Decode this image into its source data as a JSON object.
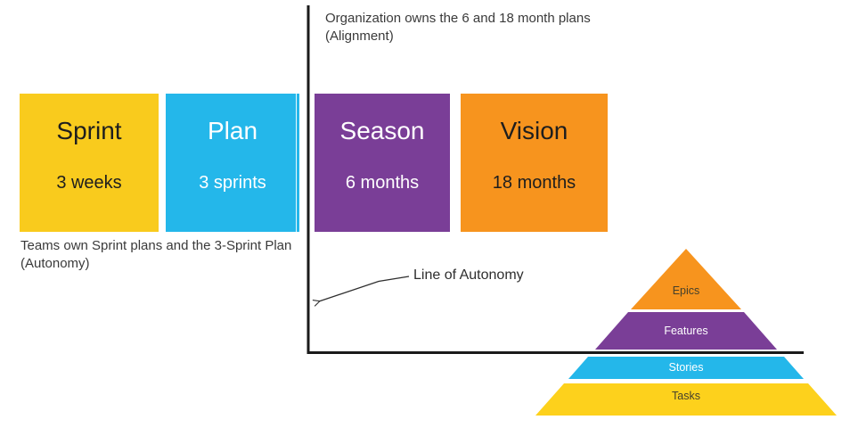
{
  "palette": {
    "yellow": "#F9CB1D",
    "cyan": "#24B7EA",
    "purple": "#7A3E97",
    "orange": "#F7941E",
    "tasks_yellow": "#FDD11C",
    "axis_line": "#1A1A1A",
    "arrow": "#2E2E2E"
  },
  "boxes": [
    {
      "title": "Sprint",
      "subtitle": "3 weeks",
      "color": "#F9CB1D",
      "text_color": "#1E1E1E"
    },
    {
      "title": "Plan",
      "subtitle": "3 sprints",
      "color": "#24B7EA",
      "text_color": "#FFFFFF"
    },
    {
      "title": "Season",
      "subtitle": "6 months",
      "color": "#7A3E97",
      "text_color": "#FFFFFF"
    },
    {
      "title": "Vision",
      "subtitle": "18 months",
      "color": "#F7941E",
      "text_color": "#1E1E1E"
    }
  ],
  "notes": {
    "alignment": "Organization owns the 6 and 18 month plans\n(Alignment)",
    "autonomy": "Teams own Sprint plans and the 3-Sprint Plan\n(Autonomy)",
    "line_label": "Line of Autonomy"
  },
  "pyramid": {
    "layers": [
      {
        "label": "Epics",
        "color": "#F7941E",
        "label_color": "#45402C"
      },
      {
        "label": "Features",
        "color": "#7A3E97",
        "label_color": "#FFFFFF"
      },
      {
        "label": "Stories",
        "color": "#24B7EA",
        "label_color": "#FFFFFF"
      },
      {
        "label": "Tasks",
        "color": "#FDD11C",
        "label_color": "#45402C"
      }
    ]
  }
}
